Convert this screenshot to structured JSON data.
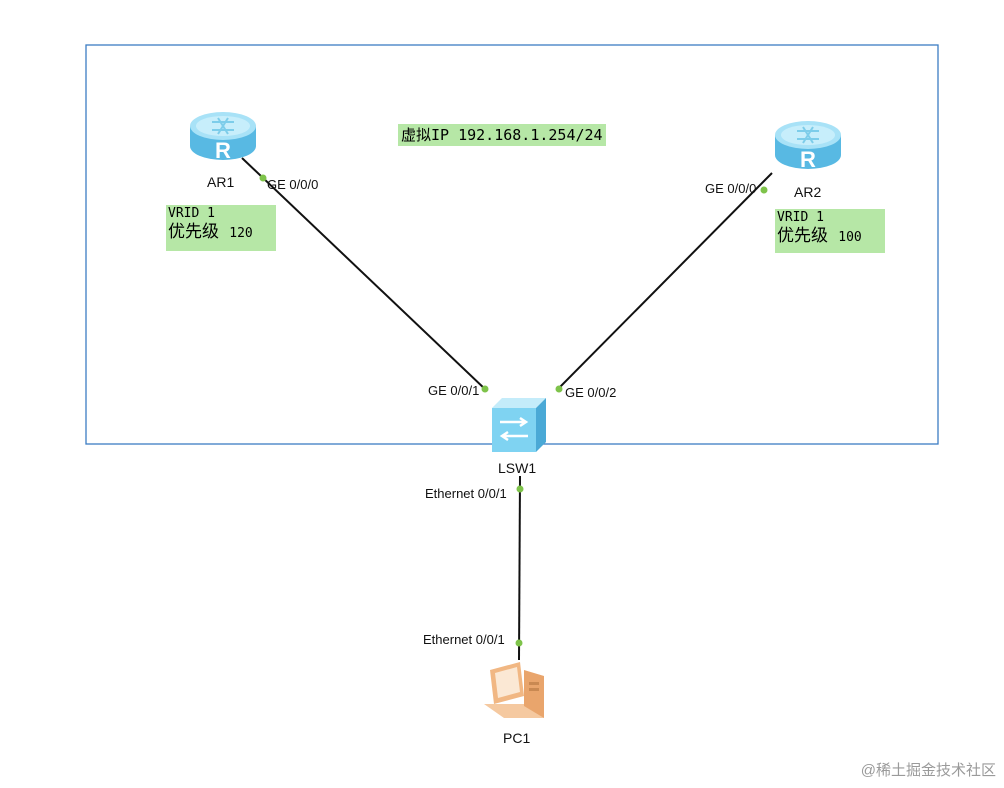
{
  "devices": {
    "ar1": {
      "name": "AR1",
      "port": "GE 0/0/0",
      "vrid": "VRID 1",
      "priority_label": "优先级",
      "priority_value": "120"
    },
    "ar2": {
      "name": "AR2",
      "port": "GE 0/0/0",
      "vrid": "VRID 1",
      "priority_label": "优先级",
      "priority_value": "100"
    },
    "lsw1": {
      "name": "LSW1",
      "port_left": "GE 0/0/1",
      "port_right": "GE 0/0/2",
      "port_down": "Ethernet 0/0/1"
    },
    "pc1": {
      "name": "PC1",
      "port": "Ethernet 0/0/1"
    }
  },
  "virtual_ip": "虚拟IP 192.168.1.254/24",
  "watermark": "@稀土掘金技术社区",
  "colors": {
    "link": "#111111",
    "port_dot": "#7ec34a",
    "note_bg": "#b6e7a6",
    "frame": "#3c7dc4",
    "device_blue": "#5fc3ec"
  }
}
